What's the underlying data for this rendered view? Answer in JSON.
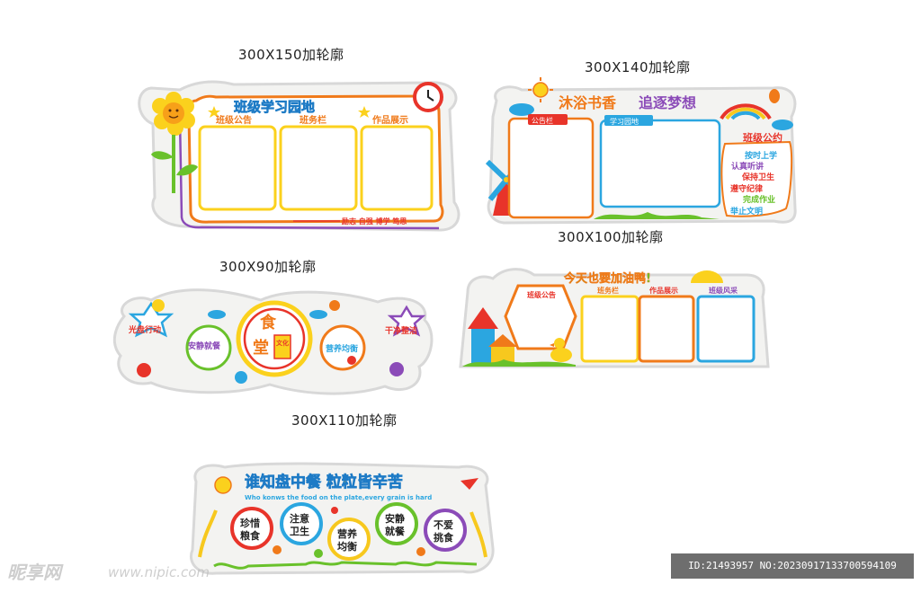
{
  "labels": {
    "panel1": "300X150加轮廓",
    "panel2": "300X140加轮廓",
    "panel3": "300X100加轮廓",
    "panel4": "300X90加轮廓",
    "panel5": "300X110加轮廓"
  },
  "board1": {
    "title": "班级学习园地",
    "sections": [
      "班级公告",
      "班务栏",
      "作品展示"
    ],
    "motto": "励志 自强 博学 笃思"
  },
  "board2": {
    "title_left": "沐浴书香",
    "title_right": "追逐梦想",
    "notice": "公告栏",
    "study": "学习园地",
    "rules_title": "班级公约",
    "rules": [
      "按时上学",
      "认真听讲",
      "保持卫生",
      "遵守纪律",
      "完成作业",
      "举止文明"
    ]
  },
  "board3": {
    "items": [
      "光盘行动",
      "安静就餐",
      "营养均衡",
      "干净整洁"
    ],
    "center_top": "食",
    "center_bottom": "堂",
    "center_badge": "文化"
  },
  "board4": {
    "title": "今天也要加油鸭!",
    "sections": [
      "班级公告",
      "班务栏",
      "作品展示",
      "班级风采"
    ]
  },
  "board5": {
    "title": "谁知盘中餐 粒粒皆辛苦",
    "subtitle": "Who konws the food on the plate,every grain is hard",
    "circles": [
      "珍惜",
      "粮食",
      "注意",
      "卫生",
      "营养",
      "均衡",
      "安静",
      "就餐",
      "不爱",
      "挑食"
    ]
  },
  "watermark": {
    "logo": "昵享网",
    "url": "www.nipic.com",
    "id": "ID:21493957 NO:20230917133700594109"
  },
  "colors": {
    "orange": "#f07a1a",
    "yellow": "#f7c81e",
    "green": "#69c12b",
    "blue": "#2ba6e0",
    "red": "#e8342a",
    "purple": "#8b4bb8"
  }
}
